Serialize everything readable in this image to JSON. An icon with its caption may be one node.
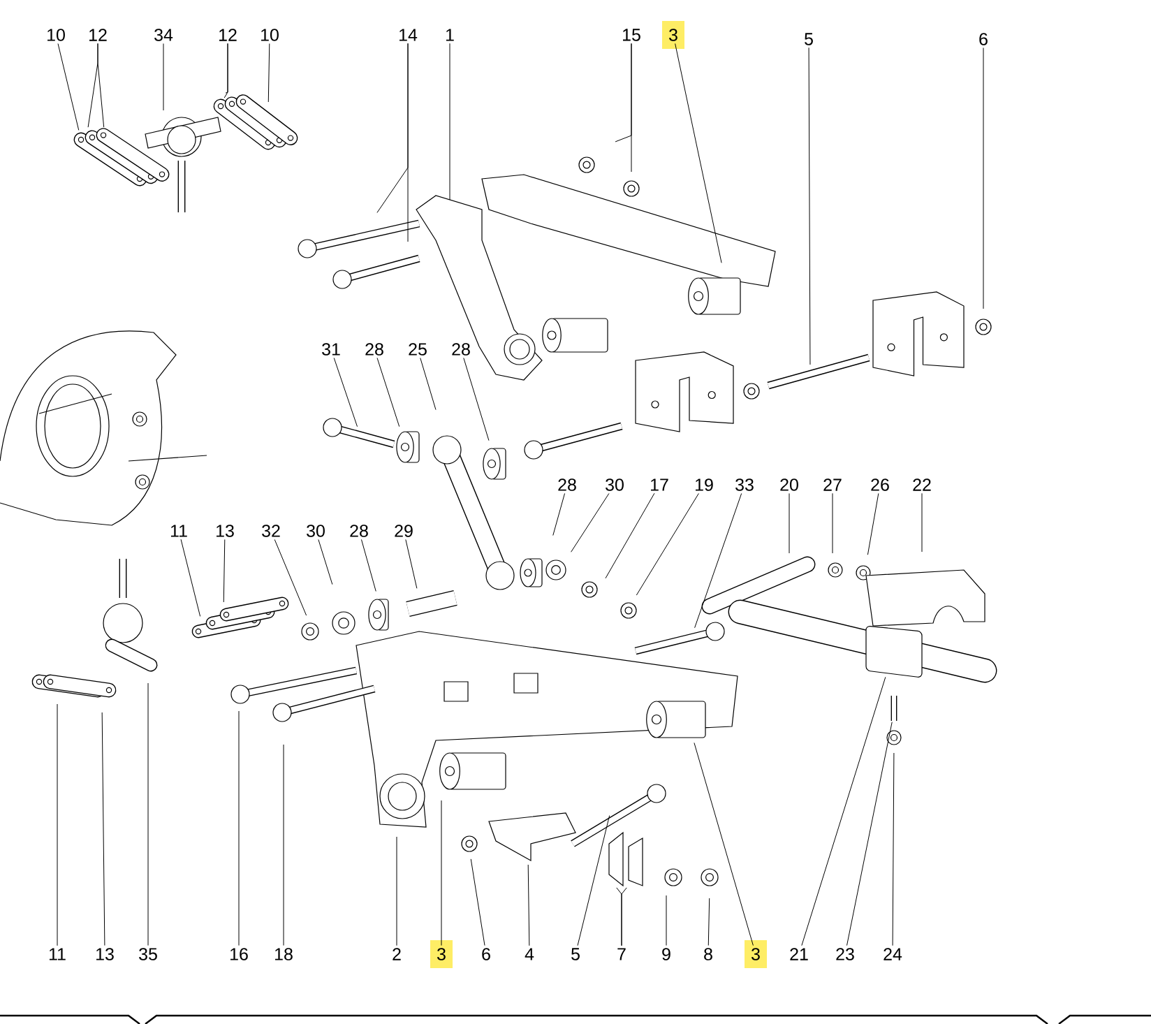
{
  "diagram": {
    "nodes": [
      {
        "text": [
          "10"
        ]
      },
      {
        "text": [
          "12"
        ]
      },
      {
        "text": [
          "34"
        ]
      },
      {
        "text": [
          "12"
        ]
      },
      {
        "text": [
          "10"
        ]
      },
      {
        "text": [
          "14"
        ]
      },
      {
        "text": [
          "1"
        ]
      },
      {
        "text": [
          "15"
        ]
      },
      {
        "text": [
          "3"
        ]
      },
      {
        "text": [
          "5"
        ]
      },
      {
        "text": [
          "6"
        ]
      },
      {
        "text": [
          "31"
        ]
      },
      {
        "text": [
          "28"
        ]
      },
      {
        "text": [
          "25"
        ]
      },
      {
        "text": [
          "28"
        ]
      },
      {
        "text": [
          "28"
        ]
      },
      {
        "text": [
          "30"
        ]
      },
      {
        "text": [
          "17"
        ]
      },
      {
        "text": [
          "19"
        ]
      },
      {
        "text": [
          "33"
        ]
      },
      {
        "text": [
          "20"
        ]
      },
      {
        "text": [
          "27"
        ]
      },
      {
        "text": [
          "26"
        ]
      },
      {
        "text": [
          "22"
        ]
      },
      {
        "text": [
          "11"
        ]
      },
      {
        "text": [
          "13"
        ]
      },
      {
        "text": [
          "32"
        ]
      },
      {
        "text": [
          "30"
        ]
      },
      {
        "text": [
          "28"
        ]
      },
      {
        "text": [
          "29"
        ]
      },
      {
        "text": [
          "11"
        ]
      },
      {
        "text": [
          "13"
        ]
      },
      {
        "text": [
          "35"
        ]
      },
      {
        "text": [
          "16"
        ]
      },
      {
        "text": [
          "18"
        ]
      },
      {
        "text": [
          "2"
        ]
      },
      {
        "text": [
          "3"
        ]
      },
      {
        "text": [
          "6"
        ]
      },
      {
        "text": [
          "4"
        ]
      },
      {
        "text": [
          "5"
        ]
      },
      {
        "text": [
          "7"
        ]
      },
      {
        "text": [
          "9"
        ]
      },
      {
        "text": [
          "8"
        ]
      },
      {
        "text": [
          "3"
        ]
      },
      {
        "text": [
          "21"
        ]
      },
      {
        "text": [
          "23"
        ]
      },
      {
        "text": [
          "24"
        ]
      }
    ],
    "edges": [
      {
        "from": 0,
        "to": null,
        "arrow": "none"
      },
      {
        "from": 1,
        "to": null,
        "arrow": "none"
      },
      {
        "from": 1,
        "to": null,
        "arrow": "none"
      },
      {
        "from": 2,
        "to": null,
        "arrow": "none"
      },
      {
        "from": 3,
        "to": null,
        "arrow": "none"
      },
      {
        "from": 3,
        "to": null,
        "arrow": "none"
      },
      {
        "from": 4,
        "to": null,
        "arrow": "none"
      },
      {
        "from": 5,
        "to": null,
        "arrow": "none"
      },
      {
        "from": 5,
        "to": null,
        "arrow": "none"
      },
      {
        "from": 6,
        "to": null,
        "arrow": "none"
      },
      {
        "from": 7,
        "to": null,
        "arrow": "none"
      },
      {
        "from": 7,
        "to": null,
        "arrow": "none"
      },
      {
        "from": 8,
        "to": null,
        "arrow": "none"
      },
      {
        "from": 9,
        "to": null,
        "arrow": "none"
      },
      {
        "from": 10,
        "to": null,
        "arrow": "none"
      },
      {
        "from": 11,
        "to": null,
        "arrow": "none"
      },
      {
        "from": 12,
        "to": null,
        "arrow": "none"
      },
      {
        "from": 13,
        "to": null,
        "arrow": "none"
      },
      {
        "from": 14,
        "to": null,
        "arrow": "none"
      },
      {
        "from": 15,
        "to": null,
        "arrow": "none"
      },
      {
        "from": 16,
        "to": null,
        "arrow": "none"
      },
      {
        "from": 17,
        "to": null,
        "arrow": "none"
      },
      {
        "from": 18,
        "to": null,
        "arrow": "none"
      },
      {
        "from": 19,
        "to": null,
        "arrow": "none"
      },
      {
        "from": 20,
        "to": null,
        "arrow": "none"
      },
      {
        "from": 21,
        "to": null,
        "arrow": "none"
      },
      {
        "from": 22,
        "to": null,
        "arrow": "none"
      },
      {
        "from": 23,
        "to": null,
        "arrow": "none"
      },
      {
        "from": 24,
        "to": null,
        "arrow": "none"
      },
      {
        "from": 25,
        "to": null,
        "arrow": "none"
      },
      {
        "from": 26,
        "to": null,
        "arrow": "none"
      },
      {
        "from": 27,
        "to": null,
        "arrow": "none"
      },
      {
        "from": 28,
        "to": null,
        "arrow": "none"
      },
      {
        "from": 29,
        "to": null,
        "arrow": "none"
      },
      {
        "from": 30,
        "to": null,
        "arrow": "none"
      },
      {
        "from": 31,
        "to": null,
        "arrow": "none"
      },
      {
        "from": 32,
        "to": null,
        "arrow": "none"
      },
      {
        "from": 33,
        "to": null,
        "arrow": "none"
      },
      {
        "from": 34,
        "to": null,
        "arrow": "none"
      },
      {
        "from": 35,
        "to": null,
        "arrow": "none"
      },
      {
        "from": 36,
        "to": null,
        "arrow": "none"
      },
      {
        "from": 37,
        "to": null,
        "arrow": "none"
      },
      {
        "from": 38,
        "to": null,
        "arrow": "none"
      },
      {
        "from": 39,
        "to": null,
        "arrow": "none"
      },
      {
        "from": 40,
        "to": null,
        "arrow": "none"
      },
      {
        "from": 40,
        "to": null,
        "arrow": "none"
      },
      {
        "from": 41,
        "to": null,
        "arrow": "none"
      },
      {
        "from": 42,
        "to": null,
        "arrow": "none"
      },
      {
        "from": 43,
        "to": null,
        "arrow": "none"
      },
      {
        "from": 44,
        "to": null,
        "arrow": "none"
      },
      {
        "from": 45,
        "to": null,
        "arrow": "none"
      },
      {
        "from": 46,
        "to": null,
        "arrow": "none"
      }
    ]
  }
}
